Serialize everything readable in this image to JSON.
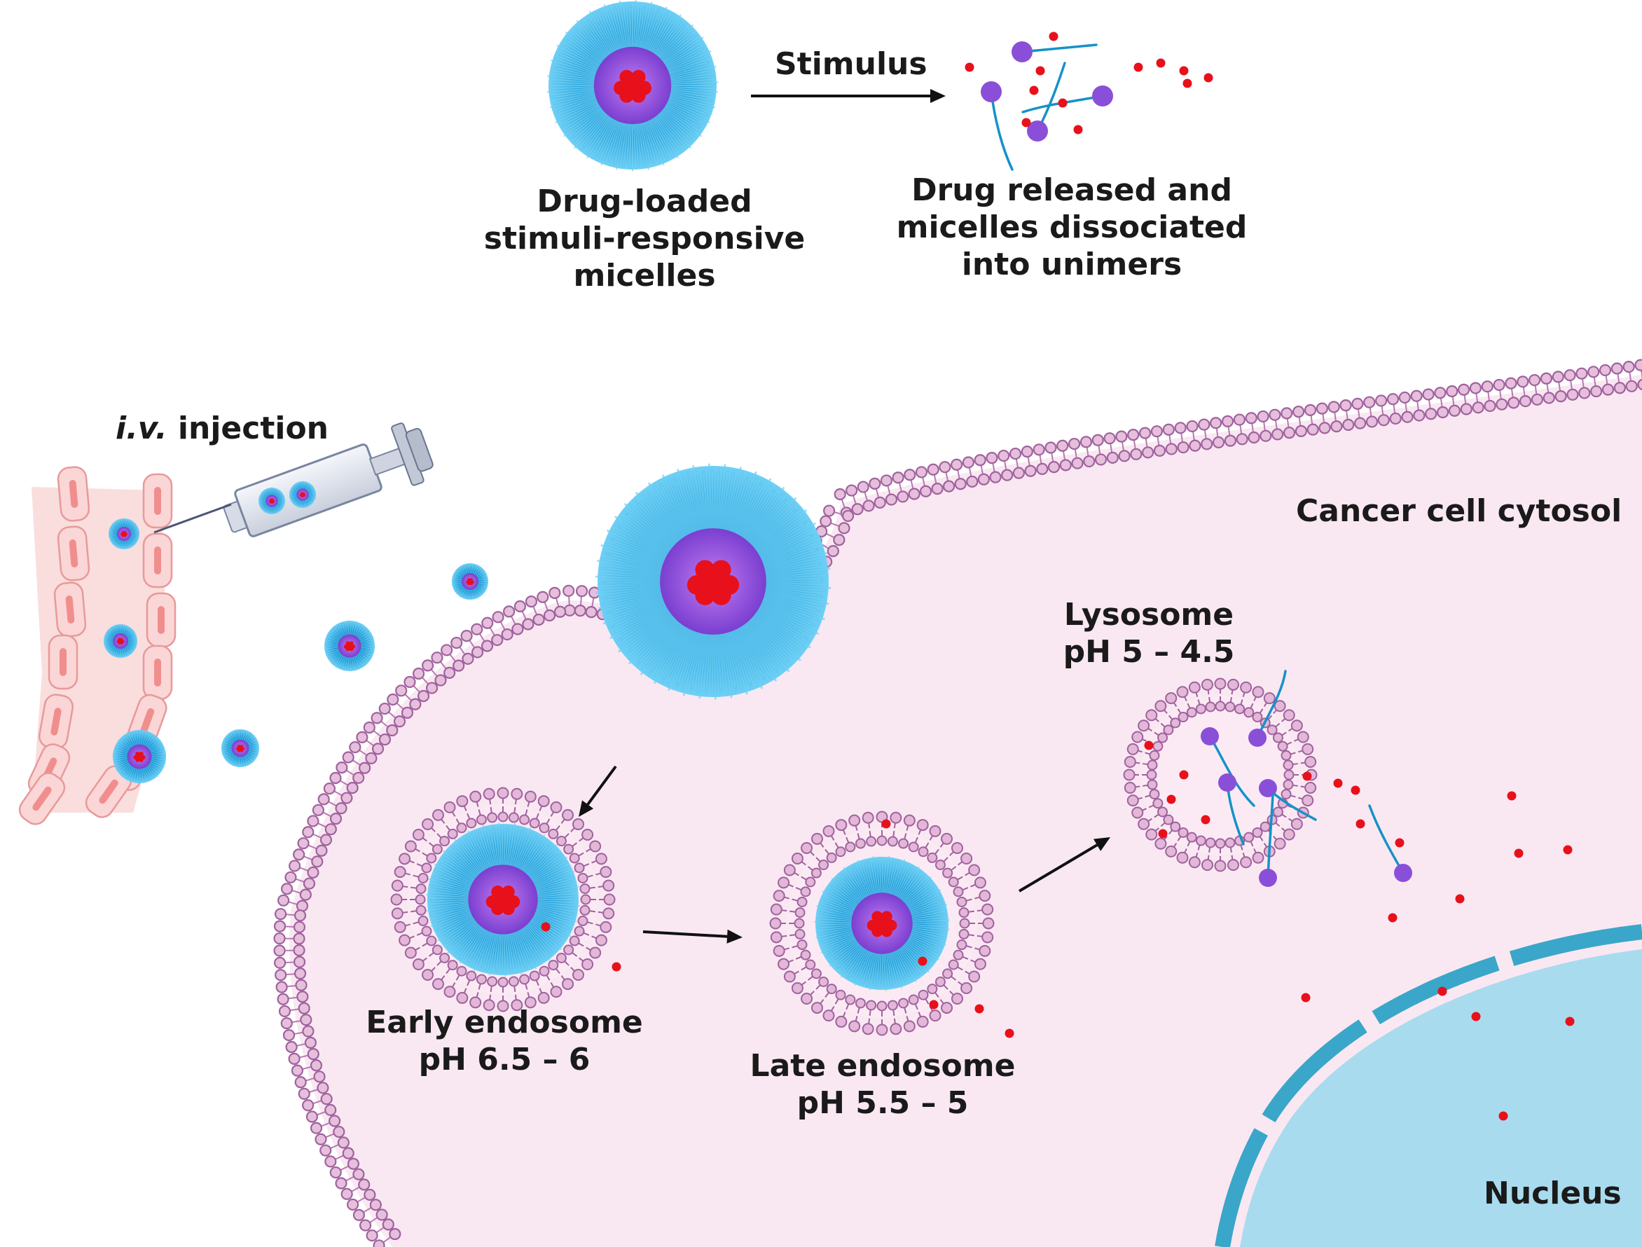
{
  "top": {
    "arrow_label": "Stimulus",
    "micelle_caption": [
      "Drug-loaded",
      "stimuli-responsive",
      "micelles"
    ],
    "released_caption": [
      "Drug released and",
      "micelles dissociated",
      "into unimers"
    ]
  },
  "injection": {
    "label_italic": "i.v.",
    "label_rest": " injection"
  },
  "cell": {
    "cytosol_label": "Cancer cell cytosol",
    "nucleus_label": "Nucleus"
  },
  "compartments": {
    "early": [
      "Early endosome",
      "pH 6.5 – 6"
    ],
    "late": [
      "Late endosome",
      "pH 5.5 – 5"
    ],
    "lysosome": [
      "Lysosome",
      "pH 5 – 4.5"
    ]
  },
  "colors": {
    "corona": "#1e9ad6",
    "corona_light": "#6fd0f5",
    "core": "#8a4fd8",
    "drug": "#e8101a",
    "lipid": "#a0629e",
    "cytosol": "#f9e8f2",
    "nucleus": "#a9dbee",
    "envelope": "#3aa6c9",
    "vessel": "#f8cfcf"
  }
}
